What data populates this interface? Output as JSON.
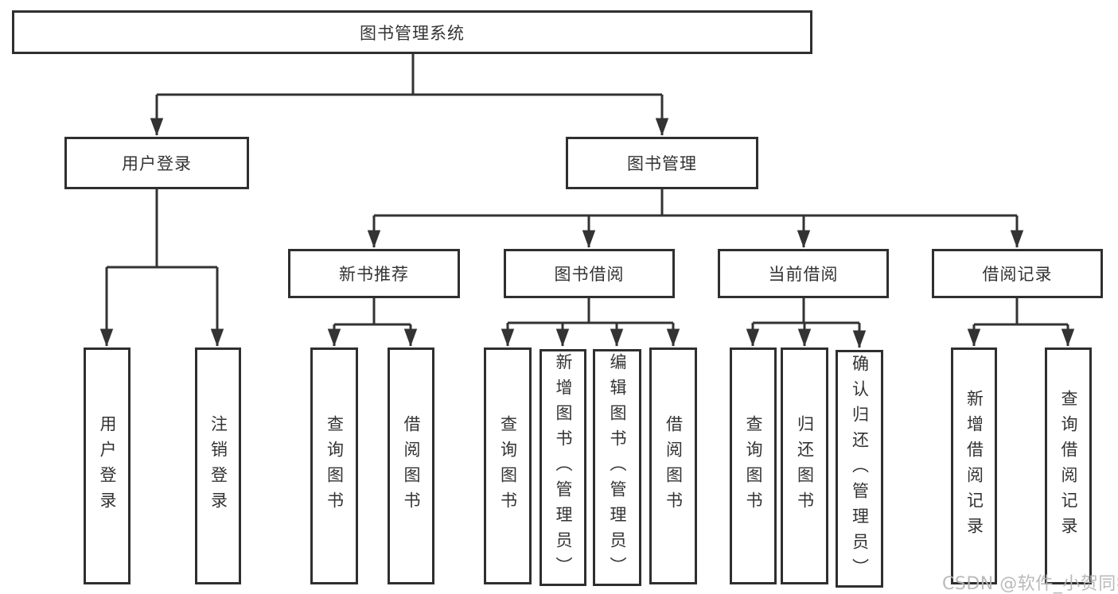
{
  "tree": {
    "root": {
      "label": "图书管理系统"
    },
    "children": [
      {
        "label": "用户登录",
        "children": [
          {
            "label": "用户登录"
          },
          {
            "label": "注销登录"
          }
        ]
      },
      {
        "label": "图书管理",
        "children": [
          {
            "label": "新书推荐",
            "children": [
              {
                "label": "查询图书"
              },
              {
                "label": "借阅图书"
              }
            ]
          },
          {
            "label": "图书借阅",
            "children": [
              {
                "label": "查询图书"
              },
              {
                "label": "新增图书（管理员）"
              },
              {
                "label": "编辑图书（管理员）"
              },
              {
                "label": "借阅图书"
              }
            ]
          },
          {
            "label": "当前借阅",
            "children": [
              {
                "label": "查询图书"
              },
              {
                "label": "归还图书"
              },
              {
                "label": "确认归还（管理员）"
              }
            ]
          },
          {
            "label": "借阅记录",
            "children": [
              {
                "label": "新增借阅记录"
              },
              {
                "label": "查询借阅记录"
              }
            ]
          }
        ]
      }
    ]
  },
  "watermark": {
    "text": "CSDN @软件_小贺同学"
  },
  "colors": {
    "line": "#333333",
    "box_border": "#2f2f2f",
    "text": "#333333",
    "background": "#ffffff",
    "watermark": "#b5b5b5"
  }
}
